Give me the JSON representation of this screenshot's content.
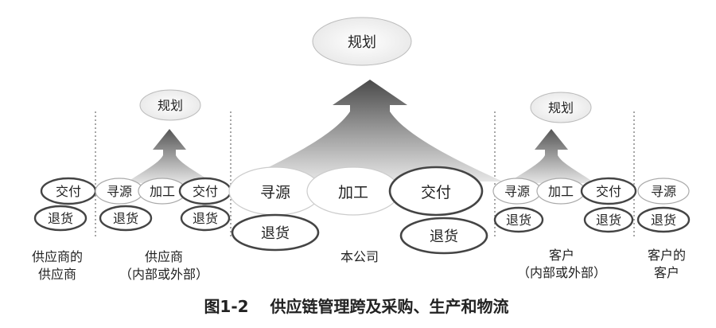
{
  "figure": {
    "caption": "图1-2　 供应链管理跨及采购、生产和物流"
  },
  "labels": {
    "plan": "规划",
    "source": "寻源",
    "make": "加工",
    "deliver": "交付",
    "return": "退货"
  },
  "segments": {
    "suppliers_supplier": "供应商的\n供应商",
    "supplier": "供应商\n（内部或外部）",
    "company": "本公司",
    "customer": "客户\n（内部或外部）",
    "customers_customer": "客户的\n客户"
  },
  "colors": {
    "arrow_dark": "#4a4a4a",
    "arrow_light": "#d9d9d9",
    "ellipse_stroke": "#444444",
    "text": "#222222"
  }
}
